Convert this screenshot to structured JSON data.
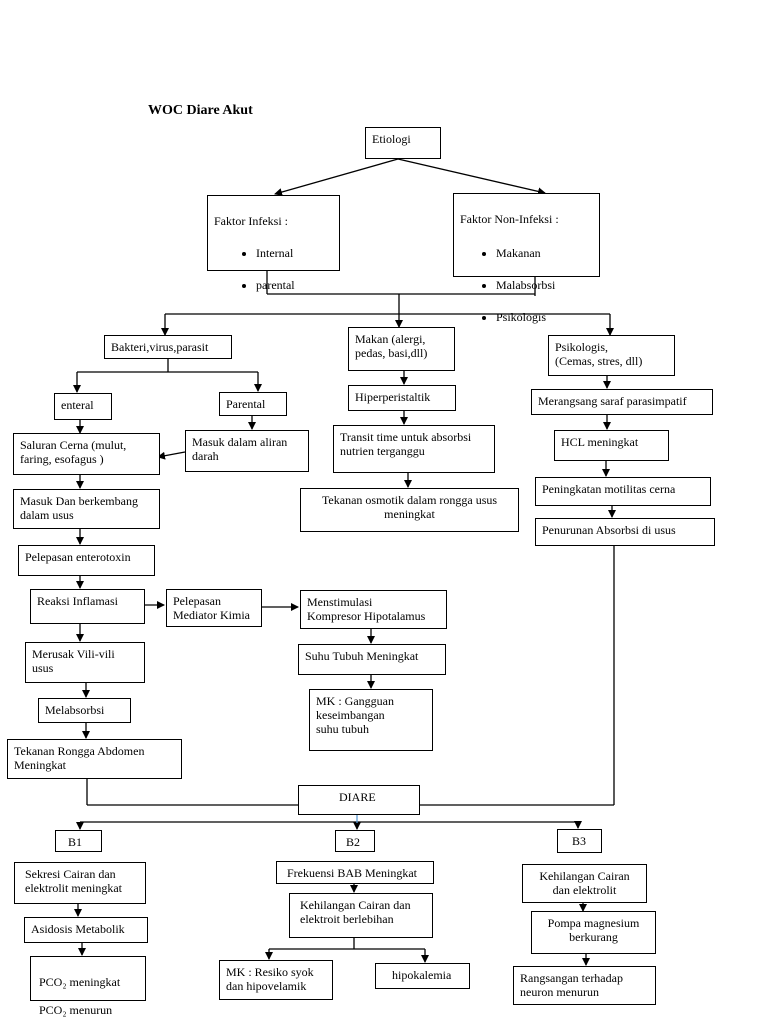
{
  "title": "WOC Diare Akut",
  "nodes": {
    "etiologi": "Etiologi",
    "faktor_infeksi": {
      "label": "Faktor Infeksi :",
      "items": [
        "Internal",
        "parental"
      ]
    },
    "faktor_non_infeksi": {
      "label": "Faktor Non-Infeksi :",
      "items": [
        "Makanan",
        "Malabsorbsi",
        "Psikologis"
      ]
    },
    "bakteri": "Bakteri,virus,parasit",
    "makan": "Makan (alergi,\npedas, basi,dll)",
    "psikologis": "Psikologis,\n(Cemas, stres, dll)",
    "enteral": "enteral",
    "parental": "Parental",
    "hiperperistaltik": "Hiperperistaltik",
    "saraf_parasimpatif": "Merangsang saraf parasimpatif",
    "saluran_cerna": "Saluran Cerna (mulut,\nfaring, esofagus )",
    "aliran_darah": "Masuk dalam aliran\ndarah",
    "transit_time": "Transit time untuk absorbsi\nnutrien terganggu",
    "hcl": "HCL meningkat",
    "berkembang_usus": "Masuk Dan berkembang\ndalam usus",
    "tekanan_osmotik": "Tekanan osmotik dalam rongga usus\nmeningkat",
    "motilitas": "Peningkatan motilitas cerna",
    "absorbsi_usus": "Penurunan Absorbsi di usus",
    "enterotoxin": "Pelepasan enterotoxin",
    "inflamasi": "Reaksi Inflamasi",
    "mediator": "Pelepasan\nMediator Kimia",
    "hipotalamus": "Menstimulasi\nKompresor Hipotalamus",
    "vili": "Merusak Vili-vili\nusus",
    "suhu": "Suhu Tubuh Meningkat",
    "melabsorbsi": "Melabsorbsi",
    "mk_suhu": "MK : Gangguan\nkeseimbangan\nsuhu tubuh",
    "tekanan_abdomen": "Tekanan Rongga Abdomen\nMeningkat",
    "diare": "DIARE",
    "b1": "B1",
    "b2": "B2",
    "b3": "B3",
    "sekresi": "Sekresi Cairan dan\nelektrolit meningkat",
    "frekuensi_bab": "Frekuensi BAB Meningkat",
    "kehilangan_b3": "Kehilangan Cairan\ndan elektrolit",
    "asidosis": "Asidosis Metabolik",
    "kehilangan_b2": "Kehilangan Cairan dan\nelektroit berlebihan",
    "pompa": "Pompa magnesium\nberkurang",
    "pco2_up": "PCO₂ meningkat",
    "pco2_down": "PCO₂ menurun",
    "mk_syok": "MK : Resiko syok\ndan hipovelamik",
    "hipokalemia": "hipokalemia",
    "rangsangan": "Rangsangan terhadap\nneuron menurun"
  }
}
